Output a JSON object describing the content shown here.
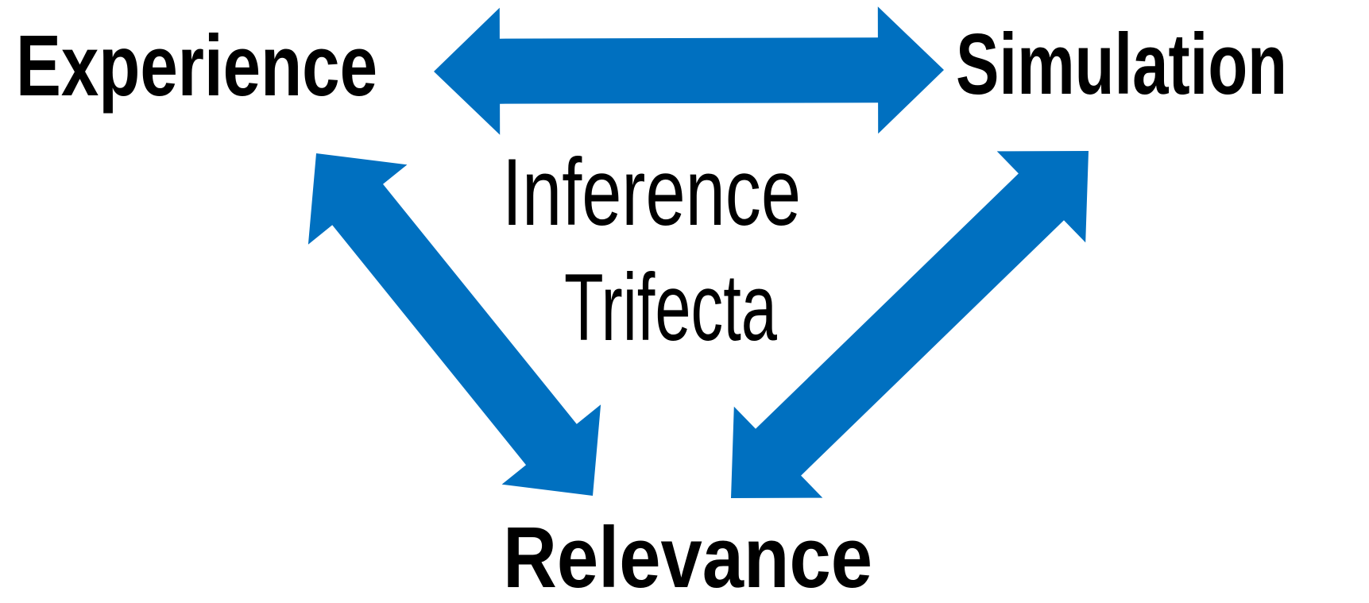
{
  "diagram": {
    "center_title": {
      "line1": "Inference",
      "line2": "Trifecta"
    },
    "nodes": [
      {
        "id": "experience",
        "label": "Experience"
      },
      {
        "id": "simulation",
        "label": "Simulation"
      },
      {
        "id": "relevance",
        "label": "Relevance"
      }
    ],
    "edges": [
      {
        "from": "Experience",
        "to": "Simulation",
        "type": "bidirectional"
      },
      {
        "from": "Experience",
        "to": "Relevance",
        "type": "bidirectional"
      },
      {
        "from": "Relevance",
        "to": "Simulation",
        "type": "bidirectional"
      }
    ],
    "colors": {
      "arrow": "#0070C0",
      "text": "#000000",
      "background": "#FFFFFF"
    }
  }
}
